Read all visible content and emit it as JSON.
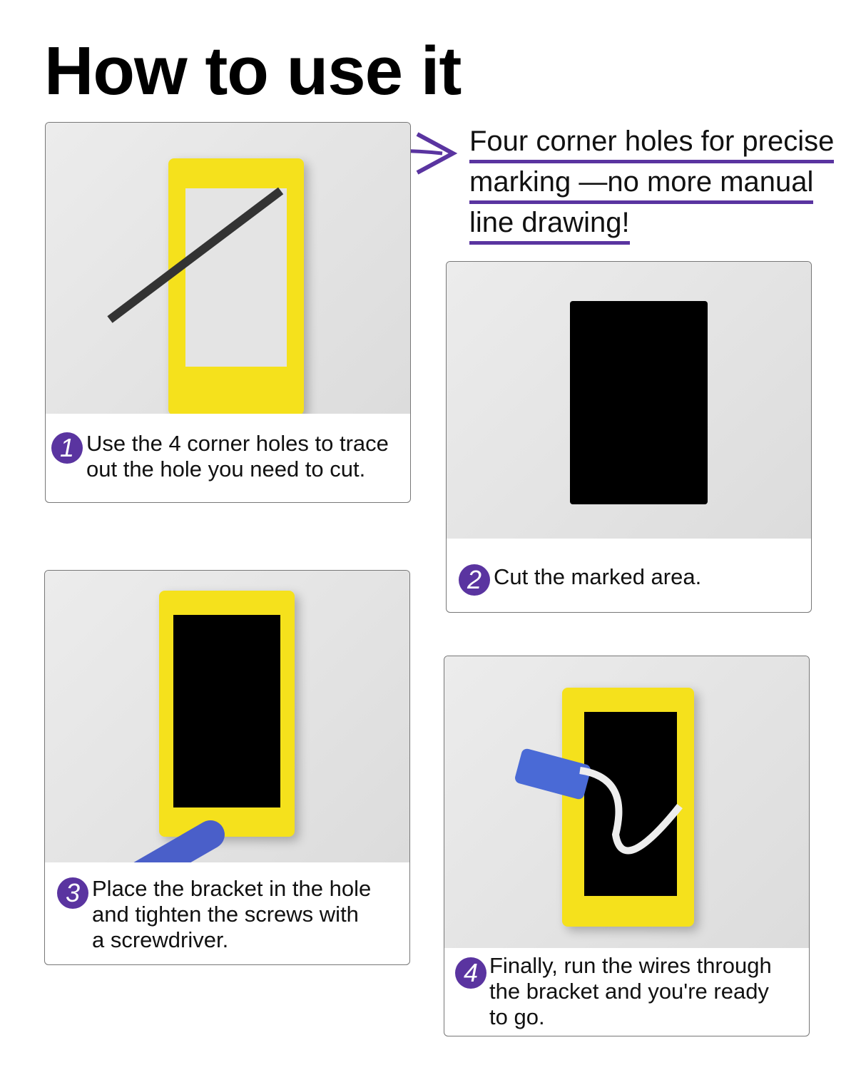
{
  "title": "How to use it",
  "callout": {
    "lines": [
      "Four corner holes for precise",
      "marking —no more manual",
      "line drawing!"
    ]
  },
  "steps": [
    {
      "number": "1",
      "lines": [
        "Use the 4 corner holes to trace",
        "out the hole you need to cut."
      ]
    },
    {
      "number": "2",
      "lines": [
        "Cut the marked area."
      ]
    },
    {
      "number": "3",
      "lines": [
        "Place the bracket in the hole",
        "and tighten the screws with",
        "a screwdriver."
      ]
    },
    {
      "number": "4",
      "lines": [
        "Finally, run the wires through",
        "the bracket and you're ready",
        "to go."
      ]
    }
  ],
  "colors": {
    "accent": "#5a34a0",
    "bracket": "#f5e11c"
  }
}
